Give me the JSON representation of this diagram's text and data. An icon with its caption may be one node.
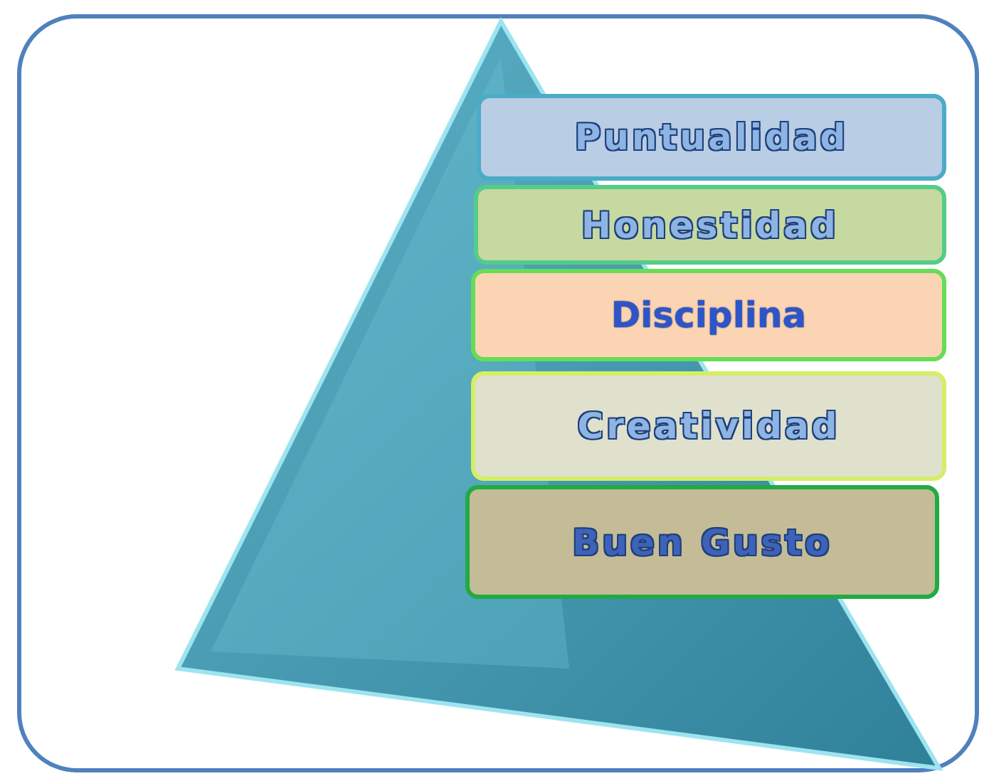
{
  "diagram": {
    "nodes": [
      {
        "text": [
          "Puntualidad"
        ]
      },
      {
        "text": [
          "Honestidad"
        ]
      },
      {
        "text": [
          "Disciplina"
        ]
      },
      {
        "text": [
          "Creatividad"
        ]
      },
      {
        "text": [
          "Buen Gusto"
        ]
      }
    ]
  }
}
